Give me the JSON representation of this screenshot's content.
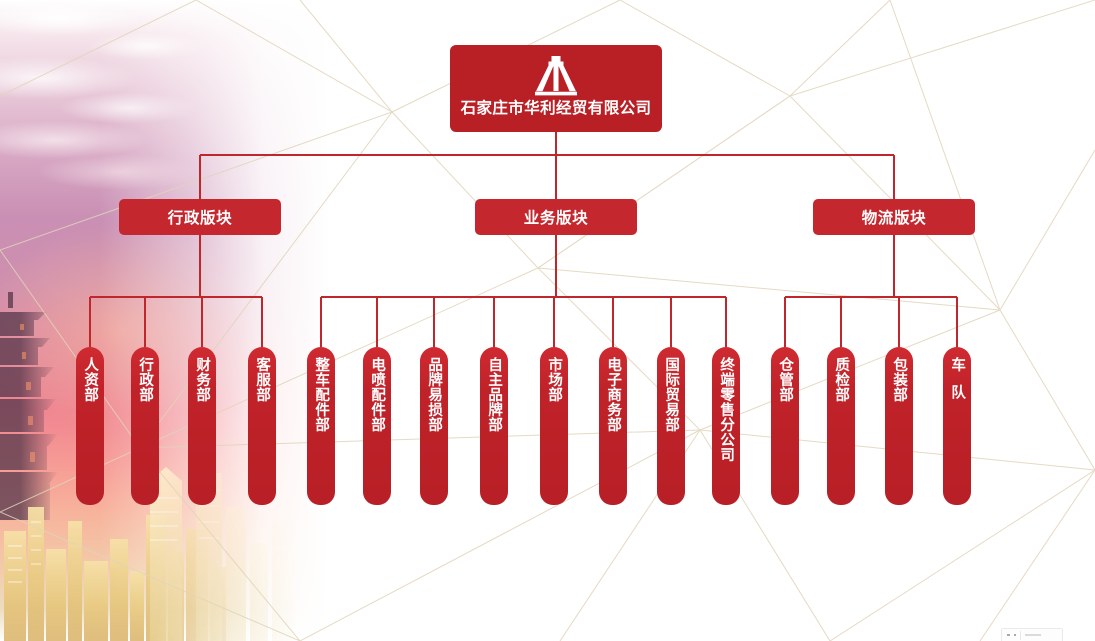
{
  "chart_data": {
    "type": "diagram",
    "subtype": "organization-chart",
    "title": "石家庄市华利经贸有限公司",
    "orientation": "top-down",
    "levels": 3,
    "node_count": 20
  },
  "theme": {
    "root_red": "#b92026",
    "section_red": "#c4272e",
    "leaf_red_top": "#cf2a31",
    "leaf_red_bottom": "#b81f26",
    "connector_red": "#c0272d",
    "text_on_red": "#ffffff",
    "background": "#ffffff",
    "poly_line": "#e3d9c2"
  },
  "root": {
    "logo_name": "huali-gate-logo",
    "title": "石家庄市华利经贸有限公司"
  },
  "sections": [
    {
      "id": "admin",
      "label": "行政版块"
    },
    {
      "id": "business",
      "label": "业务版块"
    },
    {
      "id": "logistics",
      "label": "物流版块"
    }
  ],
  "departments": {
    "admin": [
      {
        "label": "人资部",
        "spaced": false
      },
      {
        "label": "行政部",
        "spaced": false
      },
      {
        "label": "财务部",
        "spaced": false
      },
      {
        "label": "客服部",
        "spaced": false
      }
    ],
    "business": [
      {
        "label": "整车配件部",
        "spaced": false
      },
      {
        "label": "电喷配件部",
        "spaced": false
      },
      {
        "label": "品牌易损部",
        "spaced": false
      },
      {
        "label": "自主品牌部",
        "spaced": false
      },
      {
        "label": "市场部",
        "spaced": false
      },
      {
        "label": "电子商务部",
        "spaced": false
      },
      {
        "label": "国际贸易部",
        "spaced": false
      },
      {
        "label": "终端零售分公司",
        "spaced": false
      }
    ],
    "logistics": [
      {
        "label": "仓管部",
        "spaced": false
      },
      {
        "label": "质检部",
        "spaced": false
      },
      {
        "label": "包装部",
        "spaced": false
      },
      {
        "label": "车队",
        "spaced": true
      }
    ]
  }
}
